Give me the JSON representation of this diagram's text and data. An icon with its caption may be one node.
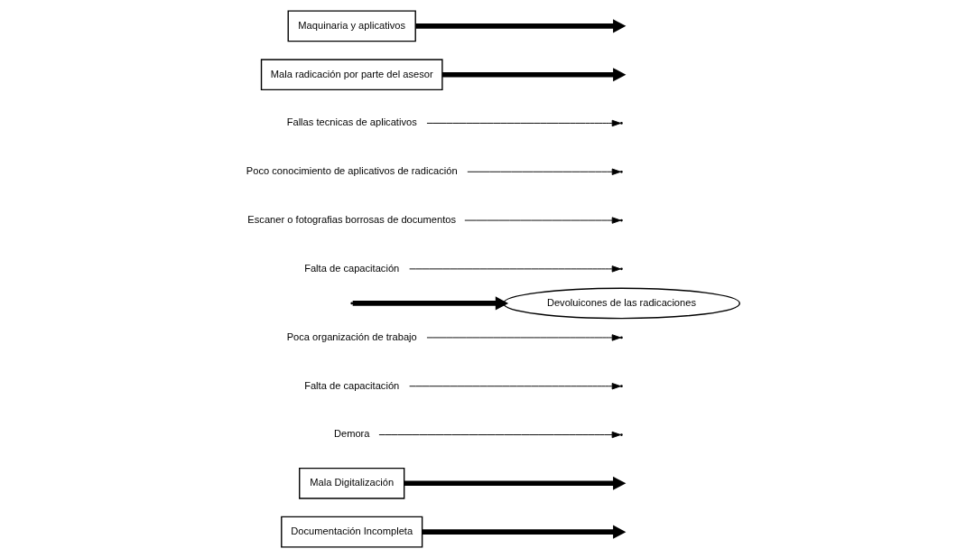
{
  "diagram": {
    "nodes": [
      {
        "text": [
          "Documentación Incompleta"
        ]
      },
      {
        "text": [
          "Mala Digitalización"
        ]
      },
      {
        "text": [
          "Demora"
        ]
      },
      {
        "text": [
          "Falta de capacitación"
        ]
      },
      {
        "text": [
          "Poca organización de trabajo"
        ]
      },
      {
        "text": [
          "Devoluicones de las radicaciones"
        ]
      },
      {
        "text": [
          "Falta de capacitación"
        ]
      },
      {
        "text": [
          "Escaner o fotografias borrosas de documentos"
        ]
      },
      {
        "text": [
          "Poco conocimiento de aplicativos de radicación"
        ]
      },
      {
        "text": [
          "Fallas tecnicas de aplicativos"
        ]
      },
      {
        "text": [
          "Mala radicación por parte del asesor"
        ]
      },
      {
        "text": [
          "Maquinaria y aplicativos"
        ]
      }
    ],
    "edges": [
      {
        "from": null,
        "to": 5,
        "arrow": "to",
        "style": "thick"
      },
      {
        "from": 0,
        "to": null,
        "arrow": "to",
        "style": "thick"
      },
      {
        "from": 1,
        "to": null,
        "arrow": "to",
        "style": "thick"
      },
      {
        "from": 10,
        "to": null,
        "arrow": "to",
        "style": "thick"
      },
      {
        "from": 11,
        "to": null,
        "arrow": "to",
        "style": "thick"
      },
      {
        "from": 2,
        "to": null,
        "arrow": "to"
      },
      {
        "from": 4,
        "to": null,
        "arrow": "to"
      },
      {
        "from": 3,
        "to": null,
        "arrow": "to"
      },
      {
        "from": 6,
        "to": null,
        "arrow": "to"
      },
      {
        "from": 8,
        "to": null,
        "arrow": "to"
      },
      {
        "from": 7,
        "to": null,
        "arrow": "to"
      },
      {
        "from": 9,
        "to": null,
        "arrow": "to"
      }
    ]
  }
}
